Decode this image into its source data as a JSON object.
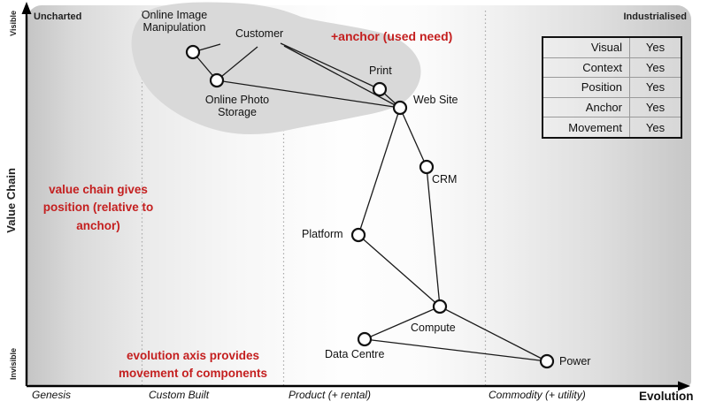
{
  "map": {
    "corner_top_left": "Uncharted",
    "corner_top_right": "Industrialised",
    "y_axis": {
      "title": "Value Chain",
      "top": "Visible",
      "bottom": "Invisible"
    },
    "x_axis": {
      "title": "Evolution",
      "stages": [
        "Genesis",
        "Custom Built",
        "Product (+ rental)",
        "Commodity (+ utility)"
      ]
    },
    "nodes": {
      "online_image_manipulation": {
        "label": "Online Image Manipulation"
      },
      "customer": {
        "label": "Customer"
      },
      "online_photo_storage": {
        "label": "Online Photo Storage"
      },
      "print": {
        "label": "Print"
      },
      "web_site": {
        "label": "Web Site"
      },
      "crm": {
        "label": "CRM"
      },
      "platform": {
        "label": "Platform"
      },
      "compute": {
        "label": "Compute"
      },
      "data_centre": {
        "label": "Data Centre"
      },
      "power": {
        "label": "Power"
      }
    },
    "annotations": {
      "anchor": "+anchor (used need)",
      "value_chain": "value chain gives position (relative to anchor)",
      "evolution": "evolution axis provides movement of components"
    },
    "legend": {
      "rows": [
        {
          "label": "Visual",
          "value": "Yes"
        },
        {
          "label": "Context",
          "value": "Yes"
        },
        {
          "label": "Position",
          "value": "Yes"
        },
        {
          "label": "Anchor",
          "value": "Yes"
        },
        {
          "label": "Movement",
          "value": "Yes"
        }
      ]
    },
    "colors": {
      "annotation_red": "#c41f1f",
      "blob_gray": "#d9d9d9",
      "line_black": "#1a1a1a"
    }
  }
}
